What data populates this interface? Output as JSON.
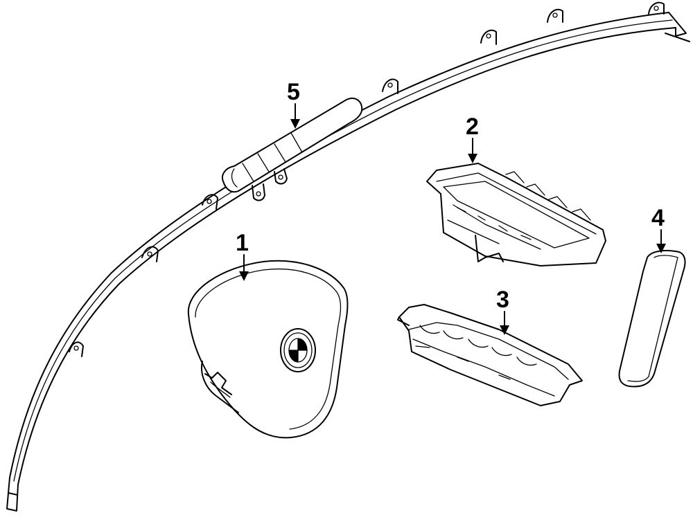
{
  "callouts": [
    {
      "number": "1",
      "part": "driver-airbag"
    },
    {
      "number": "2",
      "part": "passenger-airbag"
    },
    {
      "number": "3",
      "part": "knee-airbag"
    },
    {
      "number": "4",
      "part": "side-airbag"
    },
    {
      "number": "5",
      "part": "curtain-airbag"
    }
  ],
  "colors": {
    "line": "#000000",
    "background": "#ffffff"
  }
}
